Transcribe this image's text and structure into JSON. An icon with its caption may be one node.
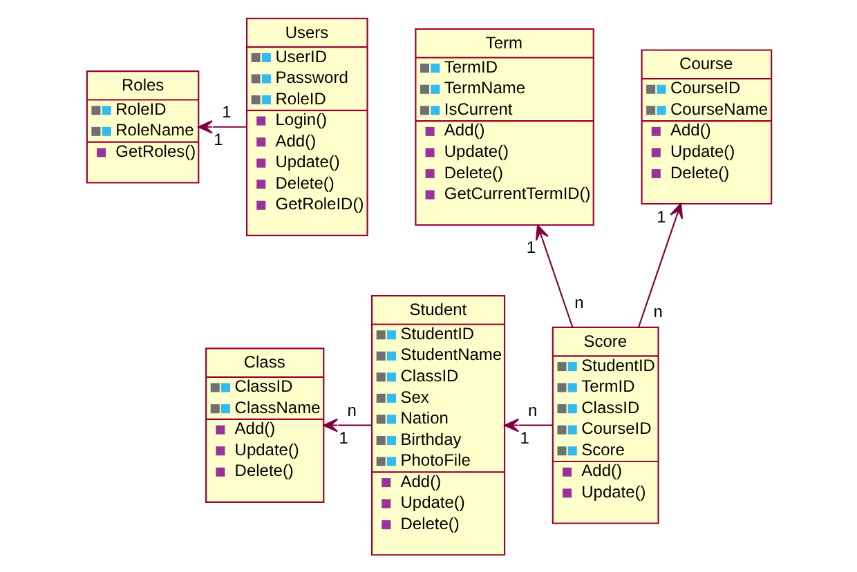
{
  "diagram": {
    "nodes": [
      {
        "text": [
          "Roles",
          "RoleID",
          "RoleName",
          "GetRoles()"
        ]
      },
      {
        "text": [
          "Users",
          "UserID",
          "Password",
          "RoleID",
          "Login()",
          "Add()",
          "Update()",
          "Delete()",
          "GetRoleID()"
        ]
      },
      {
        "text": [
          "Term",
          "TermID",
          "TermName",
          "IsCurrent",
          "Add()",
          "Update()",
          "Delete()",
          "GetCurrentTermID()"
        ]
      },
      {
        "text": [
          "Course",
          "CourseID",
          "CourseName",
          "Add()",
          "Update()",
          "Delete()"
        ]
      },
      {
        "text": [
          "Class",
          "ClassID",
          "ClassName",
          "Add()",
          "Update()",
          "Delete()"
        ]
      },
      {
        "text": [
          "Student",
          "StudentID",
          "StudentName",
          "ClassID",
          "Sex",
          "Nation",
          "Birthday",
          "PhotoFile",
          "Add()",
          "Update()",
          "Delete()"
        ]
      },
      {
        "text": [
          "Score",
          "StudentID",
          "TermID",
          "ClassID",
          "CourseID",
          "Score",
          "Add()",
          "Update()"
        ]
      }
    ],
    "edges": [
      {
        "from": 1,
        "to": 0,
        "arrow": "to"
      },
      {
        "from": 6,
        "to": 2,
        "arrow": "to"
      },
      {
        "from": 6,
        "to": 3,
        "arrow": "to"
      },
      {
        "from": 5,
        "to": 4,
        "arrow": "to"
      },
      {
        "from": 6,
        "to": 5,
        "arrow": "to"
      }
    ],
    "labels": [
      "1",
      "1",
      "1",
      "1",
      "n",
      "n",
      "1",
      "n",
      "1",
      "n"
    ]
  }
}
